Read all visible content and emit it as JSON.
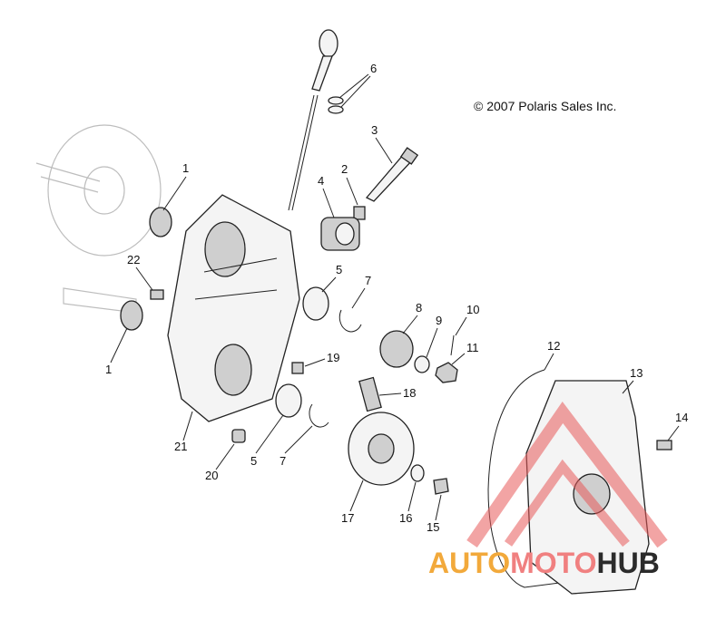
{
  "copyright": "© 2007 Polaris Sales Inc.",
  "watermark": {
    "part1": "AUTO",
    "part2": "MOTO",
    "part3": "HUB",
    "color_accent": "#f2a93b",
    "color_mid": "#f08080",
    "color_dark": "#222222"
  },
  "callouts": {
    "c1a": "1",
    "c1b": "1",
    "c2": "2",
    "c3": "3",
    "c4": "4",
    "c5a": "5",
    "c5b": "5",
    "c6": "6",
    "c7a": "7",
    "c7b": "7",
    "c8": "8",
    "c9": "9",
    "c10": "10",
    "c11": "11",
    "c12": "12",
    "c13": "13",
    "c14": "14",
    "c15": "15",
    "c16": "16",
    "c17": "17",
    "c18": "18",
    "c19": "19",
    "c20": "20",
    "c21": "21",
    "c22": "22"
  }
}
